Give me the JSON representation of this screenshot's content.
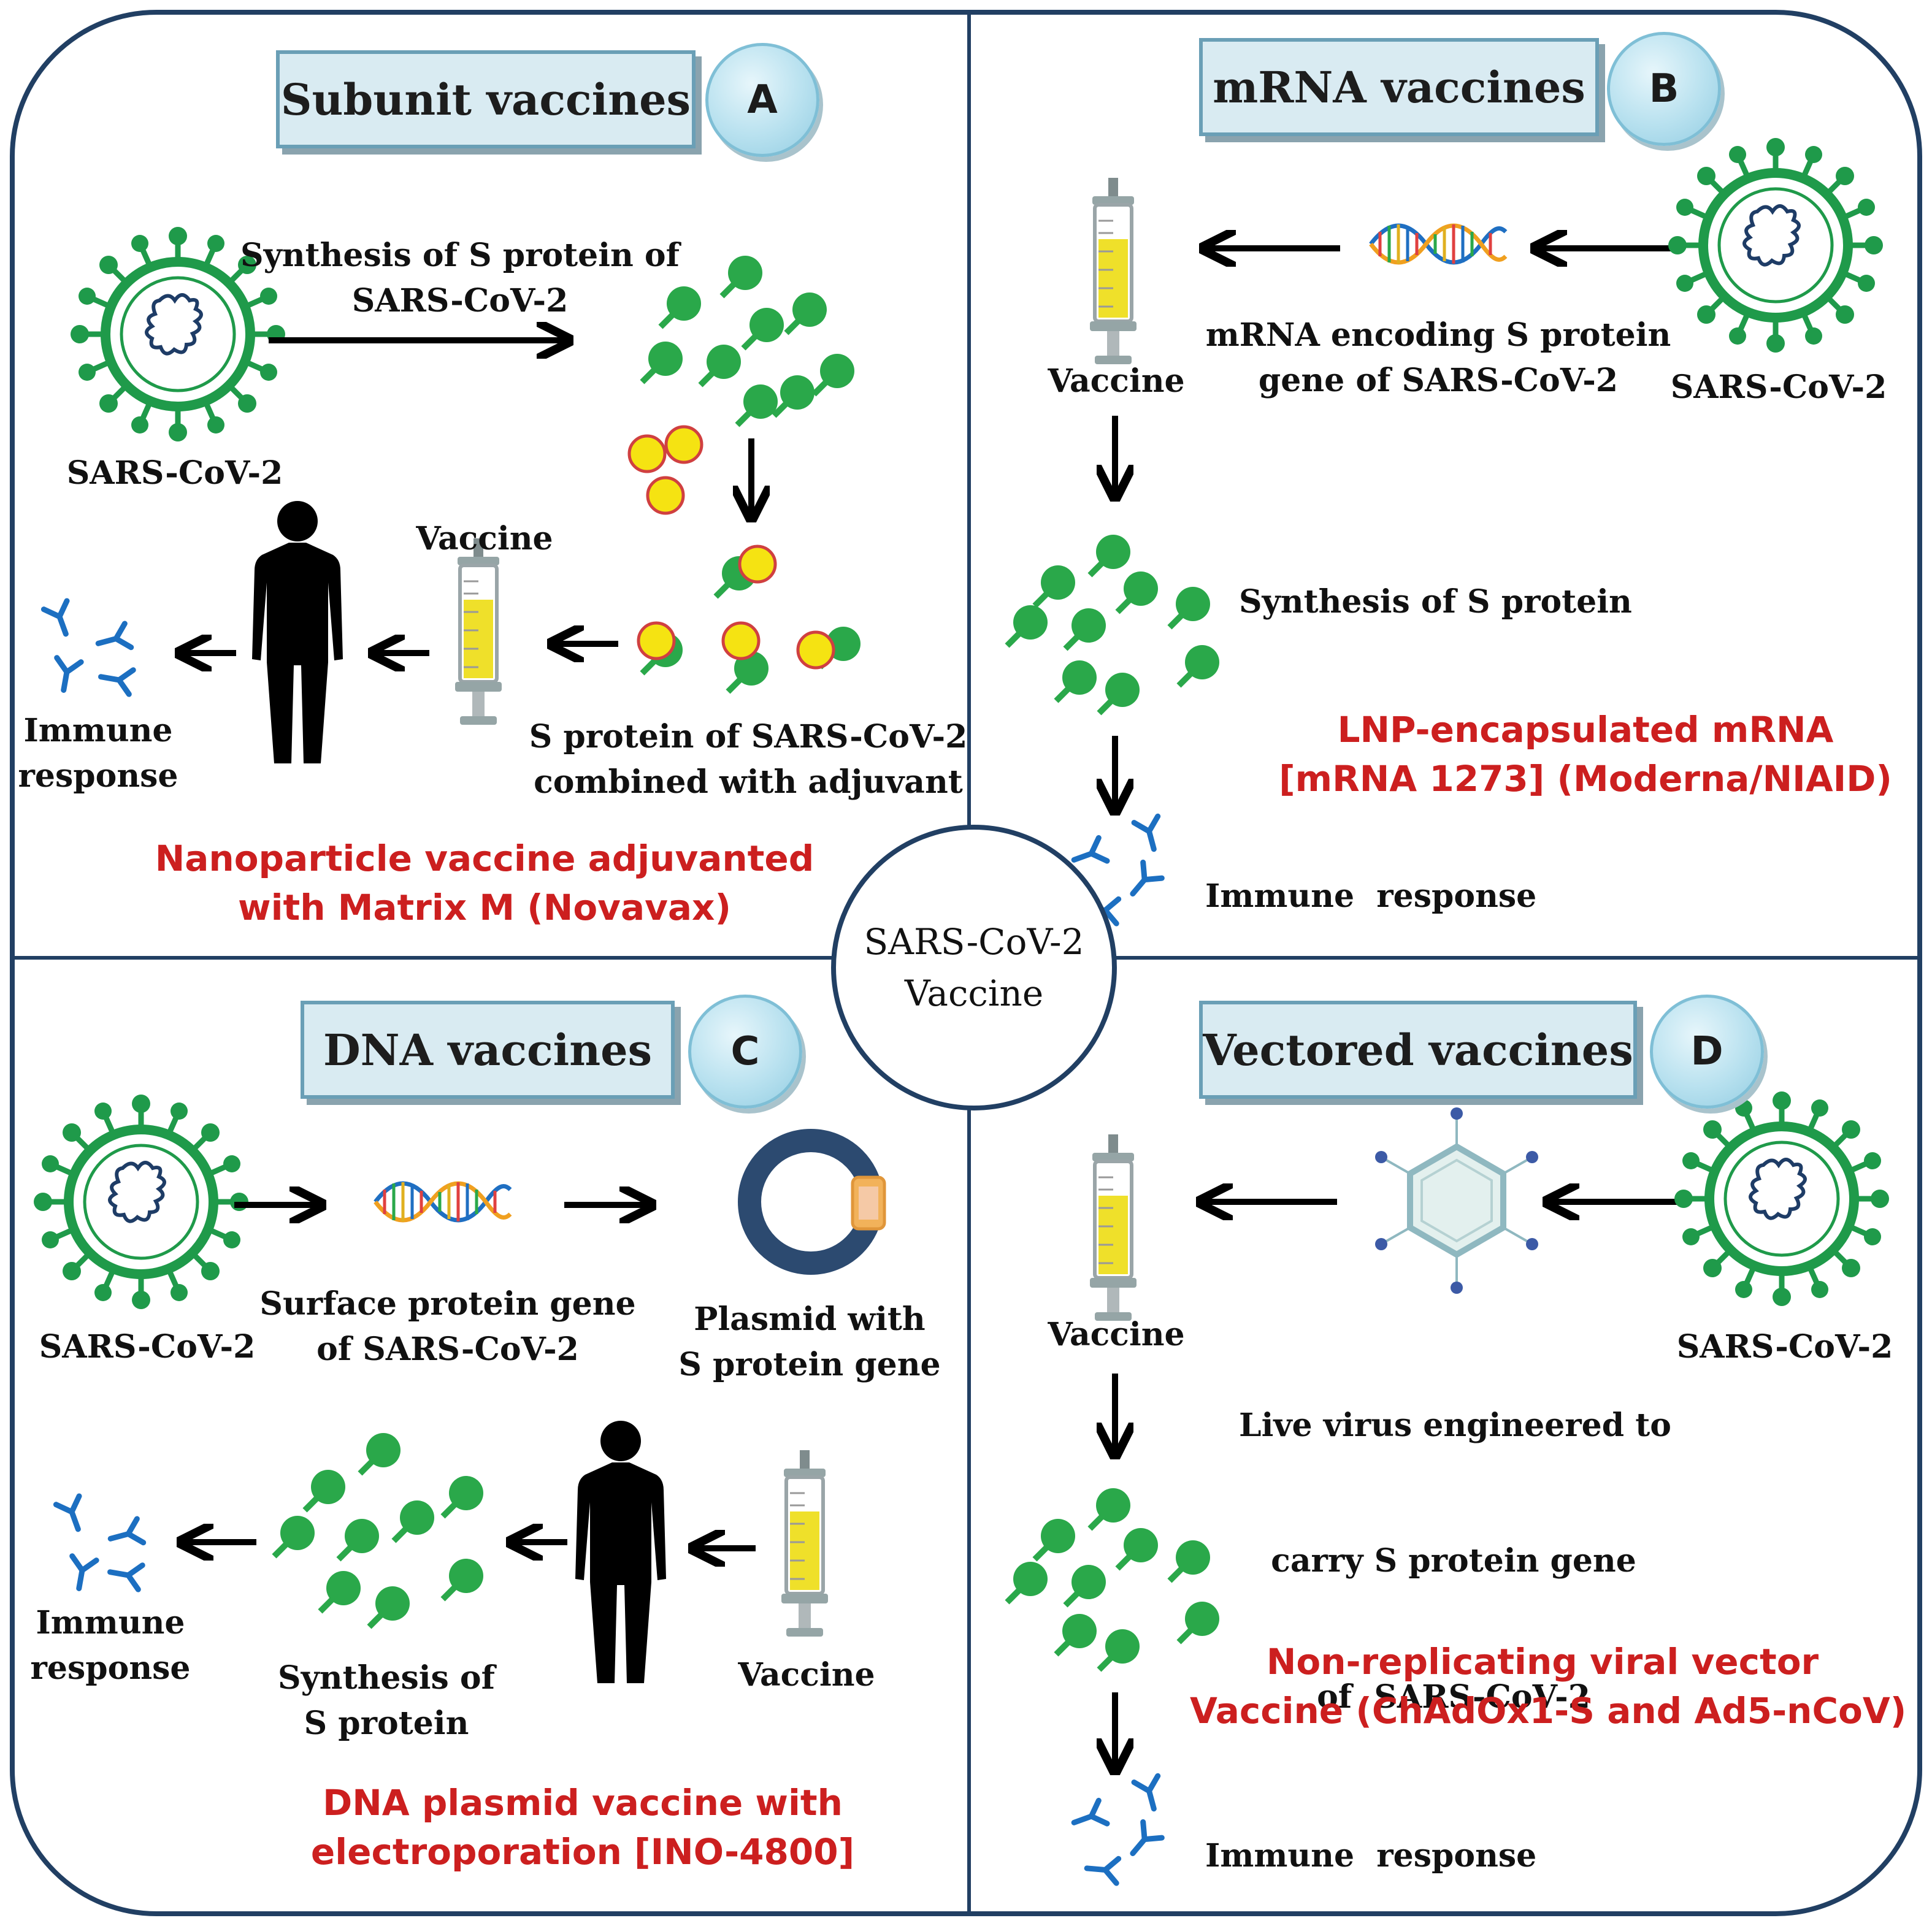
{
  "center": {
    "line1": "SARS-CoV-2",
    "line2": "Vaccine"
  },
  "panels": {
    "A": {
      "badge": "A",
      "title": "Subunit vaccines",
      "synthesis_label_1": "Synthesis of S protein of",
      "synthesis_label_2": "SARS-CoV-2",
      "virus_label": "SARS-CoV-2",
      "vaccine_label": "Vaccine",
      "immune_label_1": "Immune",
      "immune_label_2": "response",
      "combined_label_1": "S protein of SARS-CoV-2",
      "combined_label_2": "combined with adjuvant",
      "example_1": "Nanoparticle vaccine adjuvanted",
      "example_2": "with Matrix M (Novavax)"
    },
    "B": {
      "badge": "B",
      "title": "mRNA vaccines",
      "vaccine_label": "Vaccine",
      "mrna_label_1": "mRNA encoding S protein",
      "mrna_label_2": "gene of SARS-CoV-2",
      "virus_label": "SARS-CoV-2",
      "synthesis_label": "Synthesis of  S protein",
      "example_1": "LNP-encapsulated mRNA",
      "example_2": "[mRNA 1273] (Moderna/NIAID)",
      "immune_label": "Immune  response"
    },
    "C": {
      "badge": "C",
      "title": "DNA vaccines",
      "virus_label": "SARS-CoV-2",
      "gene_label_1": "Surface protein gene",
      "gene_label_2": "of SARS-CoV-2",
      "plasmid_label_1": "Plasmid with",
      "plasmid_label_2": "S protein gene",
      "immune_label_1": "Immune",
      "immune_label_2": "response",
      "synthesis_label_1": "Synthesis of",
      "synthesis_label_2": "S protein",
      "vaccine_label": "Vaccine",
      "example_1": "DNA plasmid vaccine with",
      "example_2": "electroporation [INO-4800]"
    },
    "D": {
      "badge": "D",
      "title": "Vectored vaccines",
      "vaccine_label": "Vaccine",
      "vector_label_1": "Live virus engineered to",
      "vector_label_2": "carry S protein gene",
      "vector_label_3": "of  SARS-CoV-2",
      "virus_label": "SARS-CoV-2",
      "example_1": "Non-replicating viral vector",
      "example_2": "Vaccine (ChAdOx1-S and Ad5-nCoV)",
      "immune_label": "Immune  response"
    }
  },
  "colors": {
    "frame": "#213f63",
    "virus": "#1f9a4a",
    "protein": "#2aa84a",
    "adjuvant": "#f5e312",
    "antibody": "#1c6fc1",
    "example_text": "#cc1f1f",
    "title_box": "#d9ebf2",
    "badge": "#b8e1ef",
    "plasmid": "#2c4a70",
    "plasmid_insert": "#f2b25a"
  },
  "icons": [
    "virus-icon",
    "protein-cluster-icon",
    "adjuvant-icon",
    "syringe-icon",
    "human-figure-icon",
    "antibody-icon",
    "dna-helix-icon",
    "plasmid-icon",
    "viral-vector-icon",
    "arrow-icon"
  ]
}
